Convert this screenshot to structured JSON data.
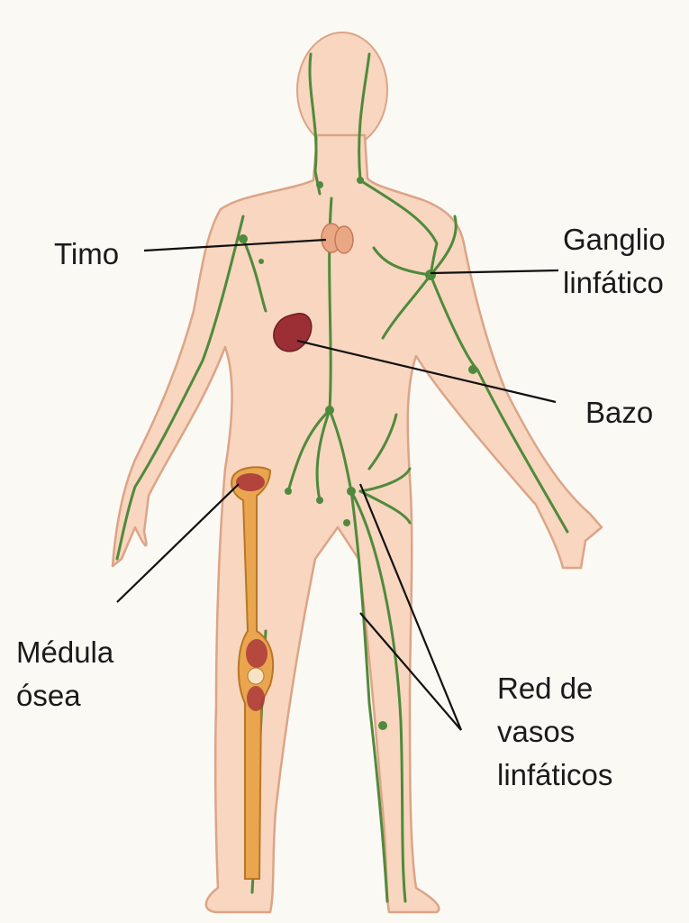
{
  "labels": {
    "timo": "Timo",
    "ganglio": [
      "Ganglio",
      "linfático"
    ],
    "bazo": "Bazo",
    "medula": [
      "Médula",
      "ósea"
    ],
    "red": [
      "Red de",
      "vasos",
      "linfáticos"
    ]
  },
  "colors": {
    "background": "#fbf9f4",
    "skin": "#f8d6bf",
    "skin_outline": "#dca487",
    "lymph": "#4f8a3c",
    "thymus": "#e9a784",
    "spleen": "#9b2f35",
    "bone": "#e9a64f",
    "marrow": "#a8323a",
    "leader": "#111111"
  }
}
